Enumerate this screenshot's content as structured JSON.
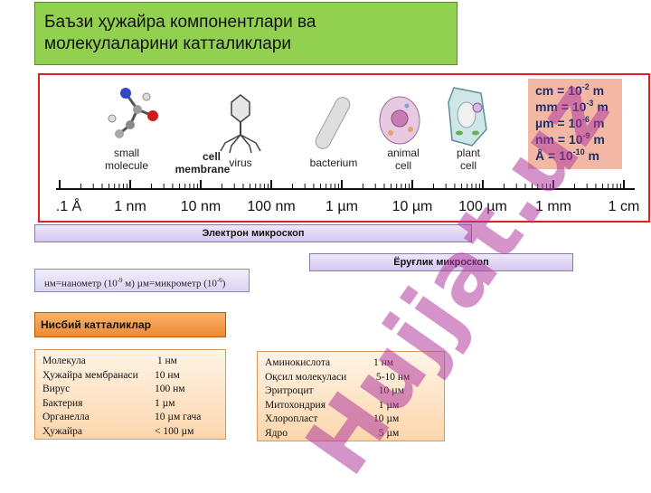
{
  "title": "Баъзи ҳужайра компонентлари ва молекулаларини катталиклари",
  "figure": {
    "labels": {
      "small_molecule": [
        "small",
        "molecule"
      ],
      "cell_membrane": [
        "cell",
        "membrane"
      ],
      "virus": "virus",
      "bacterium": "bacterium",
      "animal_cell": [
        "animal",
        "cell"
      ],
      "plant_cell": [
        "plant",
        "cell"
      ]
    },
    "ticks": [
      ".1 Å",
      "1 nm",
      "10 nm",
      "100 nm",
      "1 µm",
      "10 µm",
      "100 µm",
      "1 mm",
      "1 cm"
    ],
    "conversions": [
      {
        "unit": "cm",
        "base": "10",
        "exp": "-2",
        "suffix": "m"
      },
      {
        "unit": "mm",
        "base": "10",
        "exp": "-3",
        "suffix": "m"
      },
      {
        "unit": "µm",
        "base": "10",
        "exp": "-6",
        "suffix": "m"
      },
      {
        "unit": "nm",
        "base": "10",
        "exp": "-9",
        "suffix": "m"
      },
      {
        "unit": "Å",
        "base": "10",
        "exp": "-10",
        "suffix": "m"
      }
    ],
    "colors": {
      "frame": "#e02020",
      "box": "#f3b8a4",
      "text": "#1f2f66"
    }
  },
  "bars": {
    "electron": "Электрон микроскоп",
    "light": "Ёруғлик микроскоп"
  },
  "units_note": {
    "nm_part": "нм=нанометр (10",
    "nm_exp": "-9",
    "nm_tail": " м)  ",
    "um_part": "µм=микрометр (10",
    "um_exp": "-6",
    "um_tail": ")"
  },
  "relative_heading": "Нисбий катталиклар",
  "list_left": [
    {
      "name": "Молекула",
      "size": " 1 нм"
    },
    {
      "name": "Ҳужайра мембранаси",
      "size": "10 нм"
    },
    {
      "name": "Вирус",
      "size": "100 нм"
    },
    {
      "name": "Бактерия",
      "size": "1 µм"
    },
    {
      "name": "Органелла",
      "size": "10 µм гача"
    },
    {
      "name": "Ҳужайра",
      "size": "< 100 µм"
    }
  ],
  "list_right": [
    {
      "name": "Аминокислота",
      "size": "1 нм"
    },
    {
      "name": "Оқсил молекуласи",
      "size": " 5-10 нм"
    },
    {
      "name": "Эритроцит",
      "size": "  10 µм"
    },
    {
      "name": "Митохондрия",
      "size": "  1 µм"
    },
    {
      "name": "Хлоропласт",
      "size": "10 µм"
    },
    {
      "name": "Ядро",
      "size": "  5 µм"
    }
  ],
  "watermark": "Hujjat.uz"
}
